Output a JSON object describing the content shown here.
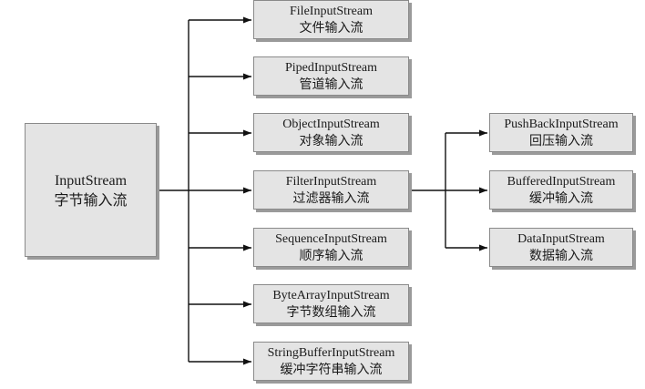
{
  "diagram": {
    "root": {
      "name": "InputStream",
      "desc": "字节输入流"
    },
    "children": [
      {
        "name": "FileInputStream",
        "desc": "文件输入流"
      },
      {
        "name": "PipedInputStream",
        "desc": "管道输入流"
      },
      {
        "name": "ObjectInputStream",
        "desc": "对象输入流"
      },
      {
        "name": "FilterInputStream",
        "desc": "过滤器输入流"
      },
      {
        "name": "SequenceInputStream",
        "desc": "顺序输入流"
      },
      {
        "name": "ByteArrayInputStream",
        "desc": "字节数组输入流"
      },
      {
        "name": "StringBufferInputStream",
        "desc": "缓冲字符串输入流"
      }
    ],
    "filter_children": [
      {
        "name": "PushBackInputStream",
        "desc": "回压输入流"
      },
      {
        "name": "BufferedInputStream",
        "desc": "缓冲输入流"
      },
      {
        "name": "DataInputStream",
        "desc": "数据输入流"
      }
    ]
  }
}
